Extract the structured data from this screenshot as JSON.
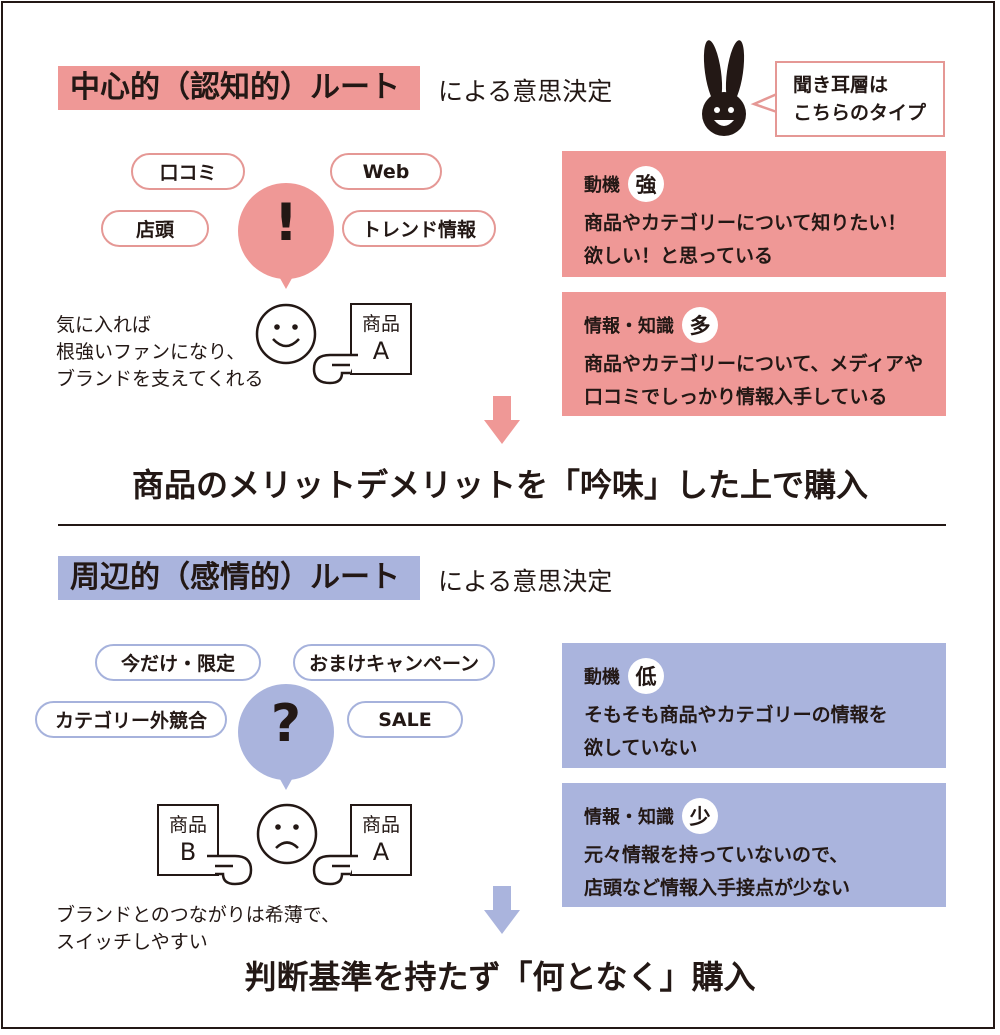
{
  "top": {
    "title": "中心的（認知的）ルート",
    "subtitle": "による意思決定",
    "pills": [
      "口コミ",
      "Web",
      "店頭",
      "トレンド情報"
    ],
    "bubble_mark": "!",
    "side_text": [
      "気に入れば",
      "根強いファンになり、",
      "ブランドを支えてくれる"
    ],
    "product_box": [
      "商品",
      "A"
    ],
    "motive": {
      "label": "動機",
      "badge": "強",
      "lines": [
        "商品やカテゴリーについて知りたい！",
        "欲しい！と思っている"
      ]
    },
    "knowledge": {
      "label": "情報・知識",
      "badge": "多",
      "lines": [
        "商品やカテゴリーについて、メディアや",
        "口コミでしっかり情報入手している"
      ]
    },
    "result": "商品のメリットデメリットを「吟味」した上で購入"
  },
  "callout": {
    "lines": [
      "聞き耳層は",
      "こちらのタイプ"
    ]
  },
  "bottom": {
    "title": "周辺的（感情的）ルート",
    "subtitle": "による意思決定",
    "pills": [
      "今だけ・限定",
      "おまけキャンペーン",
      "カテゴリー外競合",
      "SALE"
    ],
    "bubble_mark": "?",
    "side_text": [
      "ブランドとのつながりは希薄で、",
      "スイッチしやすい"
    ],
    "product_box_b": [
      "商品",
      "B"
    ],
    "product_box_a": [
      "商品",
      "A"
    ],
    "motive": {
      "label": "動機",
      "badge": "低",
      "lines": [
        "そもそも商品やカテゴリーの情報を",
        "欲していない"
      ]
    },
    "knowledge": {
      "label": "情報・知識",
      "badge": "少",
      "lines": [
        "元々情報を持っていないので、",
        "店頭など情報入手接点が少ない"
      ]
    },
    "result": "判断基準を持たず「何となく」購入"
  },
  "colors": {
    "red": "#ef9896",
    "red_border": "#e59895",
    "blue": "#aab4dd",
    "blue_border": "#a6b2dc",
    "ink": "#231815"
  },
  "icons": [
    "rabbit-icon",
    "smiley-face-icon",
    "frown-face-icon",
    "pointing-hand-icon",
    "down-arrow-icon"
  ]
}
